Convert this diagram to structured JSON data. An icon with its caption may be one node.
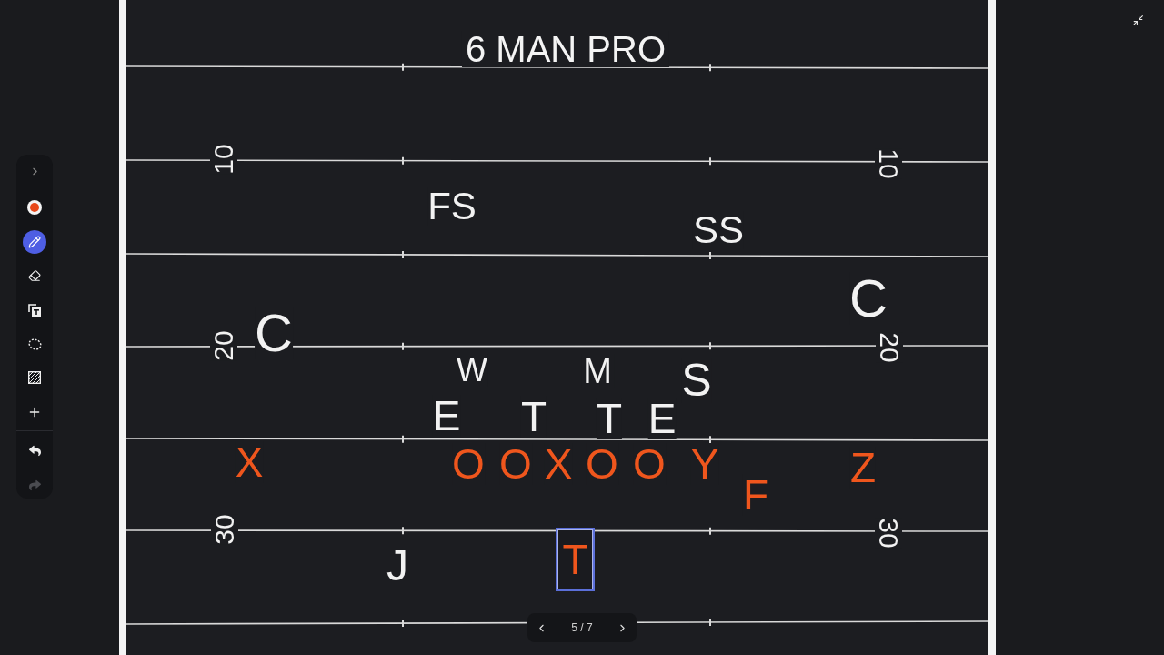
{
  "diagram": {
    "title": "6 MAN PRO",
    "nodes": [
      {
        "text": [
          "T"
        ]
      }
    ],
    "labels": [
      "10",
      "10",
      "FS",
      "SS",
      "20",
      "C",
      "C",
      "20",
      "W",
      "M",
      "S",
      "E",
      "T",
      "T",
      "E",
      "X",
      "O",
      "O",
      "X",
      "O",
      "O",
      "Y",
      "Z",
      "F",
      "30",
      "30",
      "J",
      "5 / 7"
    ]
  }
}
